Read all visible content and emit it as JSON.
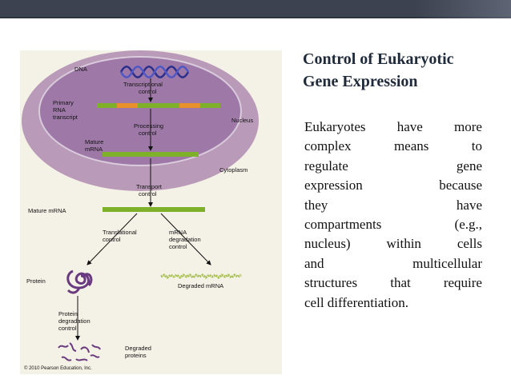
{
  "slide": {
    "title_line1": "Control of Eukaryotic",
    "title_line2": "Gene Expression",
    "body_lines": [
      [
        "Eukaryotes",
        "have",
        "more"
      ],
      [
        "complex",
        "means",
        "to"
      ],
      [
        "regulate",
        "gene"
      ],
      [
        "expression",
        "because"
      ],
      [
        "they",
        "have"
      ],
      [
        "compartments",
        "(e.g.,"
      ],
      [
        "nucleus)",
        "within",
        "cells"
      ],
      [
        "and",
        "multicellular"
      ],
      [
        "structures",
        "that",
        "require"
      ],
      [
        "cell differentiation."
      ]
    ]
  },
  "diagram": {
    "dna": "DNA",
    "transcriptional_1": "Transcriptional",
    "transcriptional_2": "control",
    "primary_1": "Primary",
    "primary_2": "RNA",
    "primary_3": "transcript",
    "nucleus": "Nucleus",
    "processing_1": "Processing",
    "processing_2": "control",
    "mature_1": "Mature",
    "mature_2": "mRNA",
    "cytoplasm": "Cytoplasm",
    "transport_1": "Transport",
    "transport_2": "control",
    "mature_mrna": "Mature mRNA",
    "translational_1": "Translational",
    "translational_2": "control",
    "degradation_1": "mRNA",
    "degradation_2": "degradation",
    "degradation_3": "control",
    "protein": "Protein",
    "degraded_mrna": "Degraded mRNA",
    "protein_deg_1": "Protein",
    "protein_deg_2": "degradation",
    "protein_deg_3": "control",
    "degraded_proteins_1": "Degraded",
    "degraded_proteins_2": "proteins",
    "copyright": "© 2010 Pearson Education, Inc.",
    "colors": {
      "cytoplasm": "#b99ab8",
      "nucleus": "#9e79a8",
      "rna": "#7fb02a",
      "intron": "#e8912a",
      "protein": "#6a3a80"
    }
  }
}
